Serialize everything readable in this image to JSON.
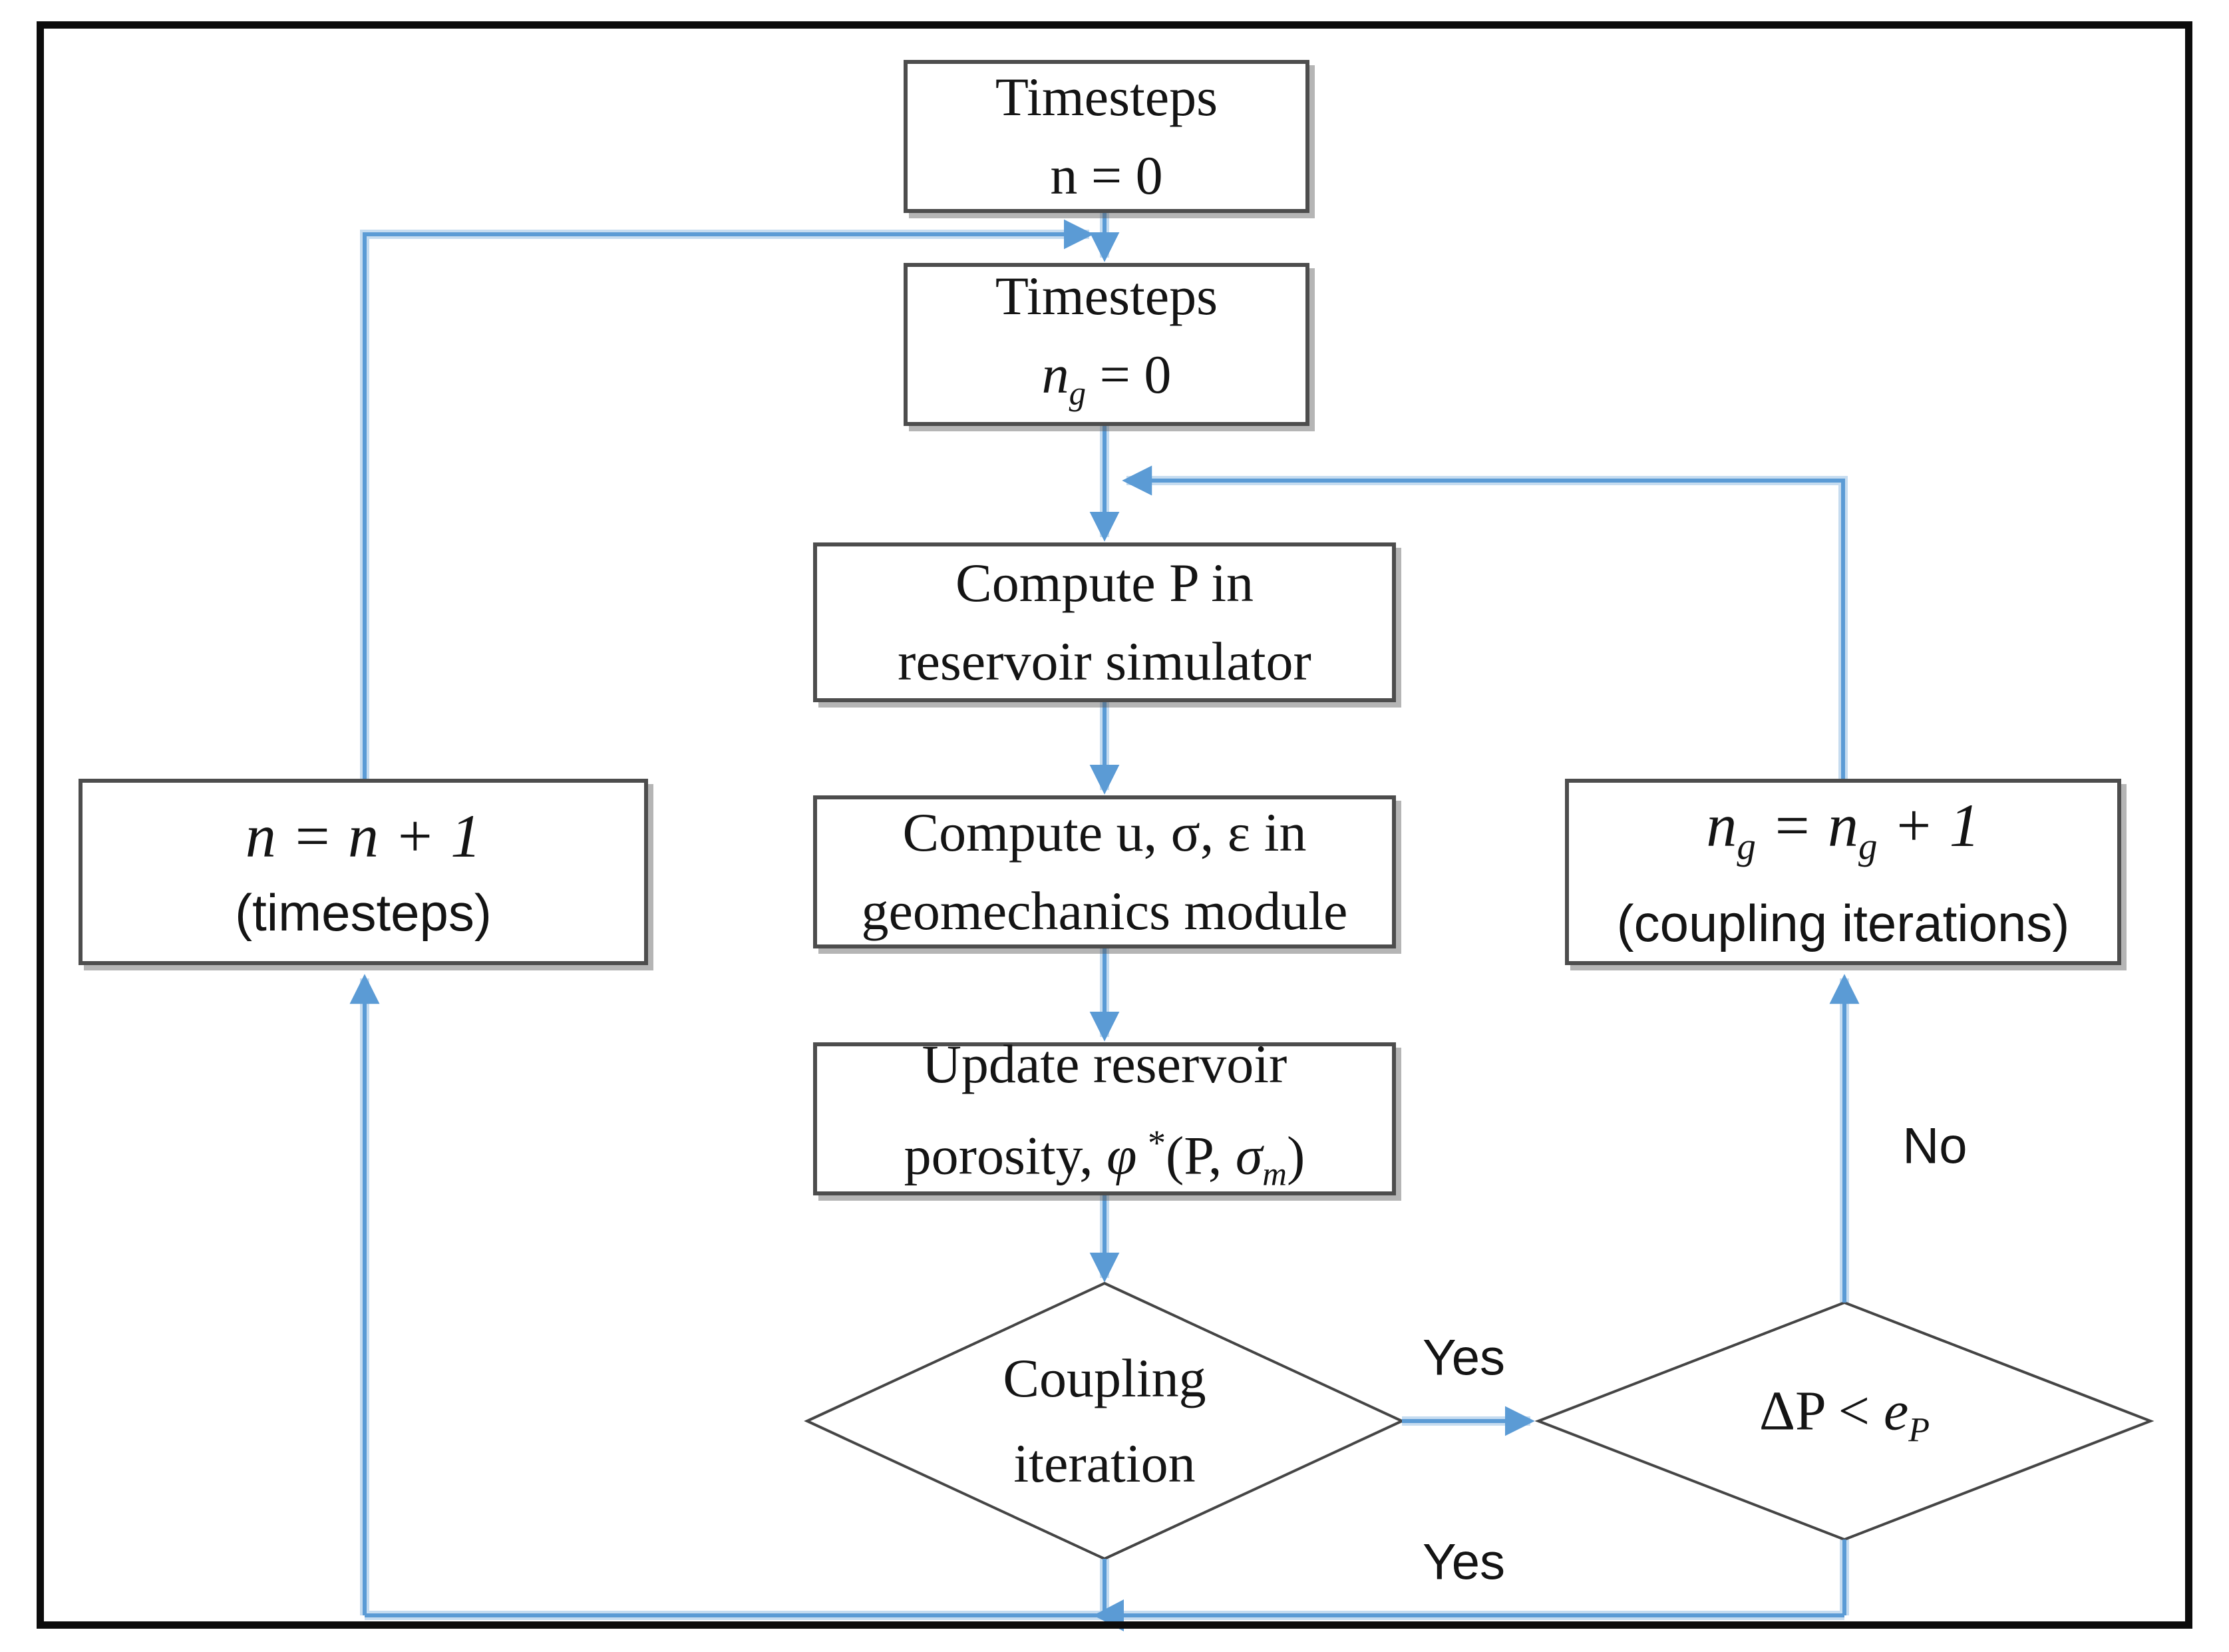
{
  "figure": {
    "type": "flowchart",
    "title_implicit": "Iteratively coupled reservoir simulation and geomechanics scheme"
  },
  "colors": {
    "arrow": "#5b9bd5",
    "arrow_halo": "#c6dcf0",
    "box_border": "#4d4d4d",
    "diamond_border": "#454545",
    "frame": "#0c0c0c",
    "text": "#141414"
  },
  "nodes": {
    "timesteps_n": {
      "line1": "Timesteps",
      "line2": "n = 0"
    },
    "timesteps_ng": {
      "line1": "Timesteps",
      "var": "n",
      "sub": "g",
      "rest": " = 0"
    },
    "compute_p": {
      "line1": "Compute P in",
      "line2": "reservoir simulator"
    },
    "compute_u": {
      "line1": "Compute u, σ, ε in",
      "line2": "geomechanics module"
    },
    "update_porosity": {
      "line1": "Update reservoir",
      "a": "porosity, ",
      "phi": "φ",
      "star": "*",
      "b": "(P, ",
      "sigma": "σ",
      "sigsub": "m",
      "c": ")"
    },
    "coupling_iteration": {
      "line1": "Coupling",
      "line2": "iteration"
    },
    "delta_p": {
      "lhs": "ΔP < ",
      "e": "e",
      "esub": "P"
    },
    "increment_n": {
      "eq": "n = n + 1",
      "caption": "(timesteps)"
    },
    "increment_ng": {
      "n1": "n",
      "s1": "g",
      "mid": " = ",
      "n2": "n",
      "s2": "g",
      "tail": " + 1",
      "caption": "(coupling iterations)"
    }
  },
  "labels": {
    "yes_right": "Yes",
    "yes_bottom": "Yes",
    "no": "No"
  }
}
